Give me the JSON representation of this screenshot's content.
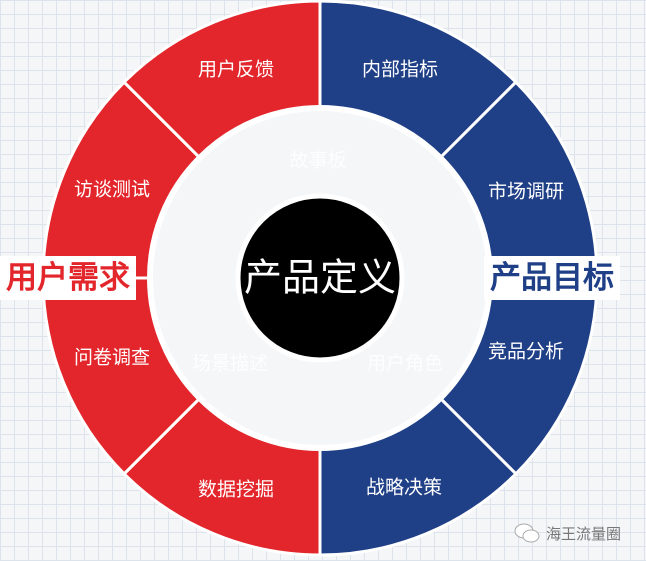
{
  "center": {
    "label": "产品定义"
  },
  "left": {
    "title": "用户需求",
    "color": "#e3262b",
    "segments": [
      "用户反馈",
      "访谈测试",
      "问卷调查",
      "数据挖掘"
    ]
  },
  "right": {
    "title": "产品目标",
    "color": "#1f3f86",
    "segments": [
      "内部指标",
      "市场调研",
      "竞品分析",
      "战略决策"
    ]
  },
  "inner": [
    "故事板",
    "场景描述",
    "用户角色"
  ],
  "watermark": "海王流量圈"
}
